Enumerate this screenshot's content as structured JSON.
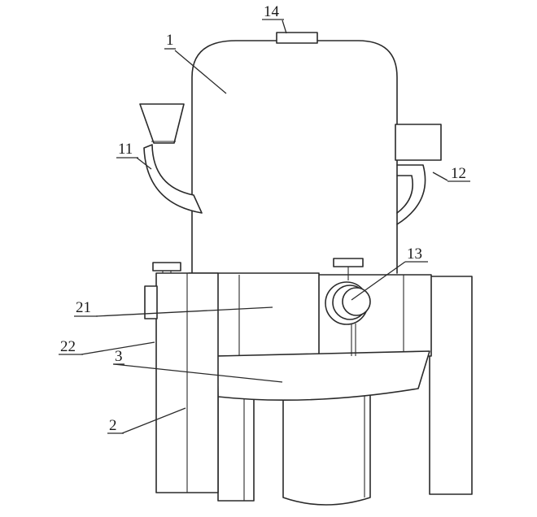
{
  "labels": {
    "l1": "1",
    "l2": "2",
    "l3": "3",
    "l11": "11",
    "l12": "12",
    "l13": "13",
    "l14": "14",
    "l21": "21",
    "l22": "22"
  }
}
